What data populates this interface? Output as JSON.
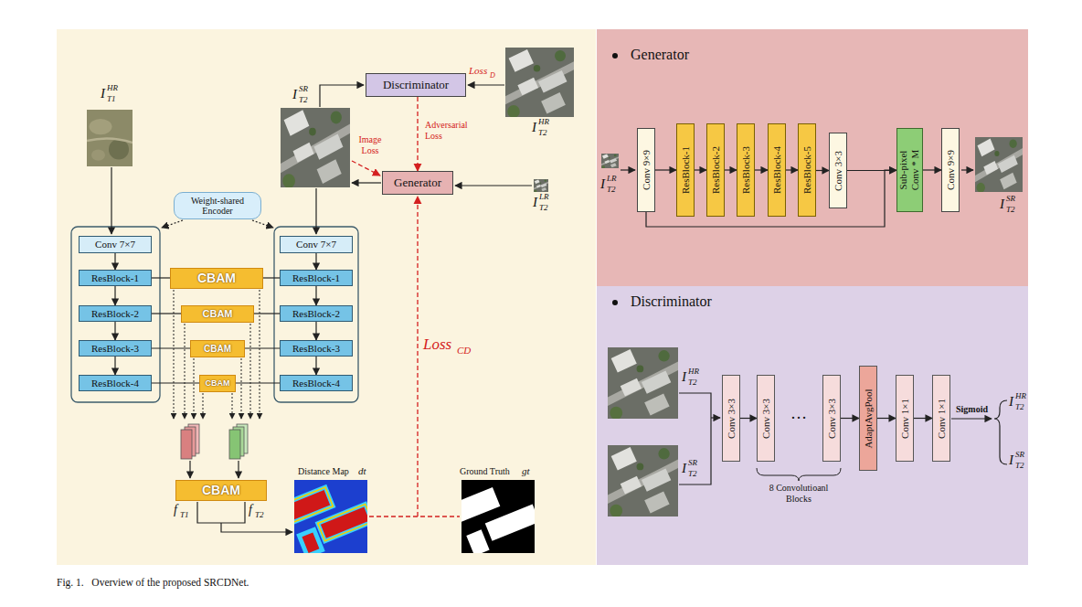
{
  "diagram": {
    "caption": "Fig. 1.   Overview of the proposed SRCDNet.",
    "nodes": [
      {
        "text": [
          "Discriminator"
        ]
      },
      {
        "text": [
          "Generator"
        ]
      },
      {
        "text": [
          "Weight-shared Encoder"
        ]
      },
      {
        "text": [
          "Conv 7×7"
        ]
      },
      {
        "text": [
          "Conv 7×7"
        ]
      },
      {
        "text": [
          "ResBlock-1"
        ]
      },
      {
        "text": [
          "CBAM"
        ]
      },
      {
        "text": [
          "ResBlock-1"
        ]
      },
      {
        "text": [
          "ResBlock-2"
        ]
      },
      {
        "text": [
          "CBAM"
        ]
      },
      {
        "text": [
          "ResBlock-2"
        ]
      },
      {
        "text": [
          "ResBlock-3"
        ]
      },
      {
        "text": [
          "CBAM"
        ]
      },
      {
        "text": [
          "ResBlock-3"
        ]
      },
      {
        "text": [
          "ResBlock-4"
        ]
      },
      {
        "text": [
          "CBAM"
        ]
      },
      {
        "text": [
          "ResBlock-4"
        ]
      },
      {
        "text": [
          "CBAM"
        ]
      },
      {
        "text": [
          "Conv 9×9"
        ]
      },
      {
        "text": [
          "ResBlock-1"
        ]
      },
      {
        "text": [
          "ResBlock-2"
        ]
      },
      {
        "text": [
          "ResBlock-3"
        ]
      },
      {
        "text": [
          "ResBlock-4"
        ]
      },
      {
        "text": [
          "ResBlock-5"
        ]
      },
      {
        "text": [
          "Conv 3×3"
        ]
      },
      {
        "text": [
          "Sub-pixel Conv * M"
        ]
      },
      {
        "text": [
          "Conv 9×9"
        ]
      },
      {
        "text": [
          "Conv 3×3"
        ]
      },
      {
        "text": [
          "Conv 3×3"
        ]
      },
      {
        "text": [
          "Conv 3×3"
        ]
      },
      {
        "text": [
          "AdaptAvgPool"
        ]
      },
      {
        "text": [
          "Conv 1×1"
        ]
      },
      {
        "text": [
          "Conv 1×1"
        ]
      }
    ],
    "edges": [
      {
        "from": 0,
        "to": 1,
        "arrow": "to",
        "label": "Adversarial Loss"
      },
      {
        "from": 3,
        "to": 5,
        "arrow": "to"
      },
      {
        "from": 5,
        "to": 8,
        "arrow": "to"
      },
      {
        "from": 8,
        "to": 11,
        "arrow": "to"
      },
      {
        "from": 11,
        "to": 14,
        "arrow": "to"
      },
      {
        "from": 4,
        "to": 7,
        "arrow": "to"
      },
      {
        "from": 7,
        "to": 10,
        "arrow": "to"
      },
      {
        "from": 10,
        "to": 13,
        "arrow": "to"
      },
      {
        "from": 13,
        "to": 16,
        "arrow": "to"
      },
      {
        "from": 5,
        "to": 6,
        "arrow": "none"
      },
      {
        "from": 6,
        "to": 7,
        "arrow": "none"
      },
      {
        "from": 8,
        "to": 9,
        "arrow": "none"
      },
      {
        "from": 9,
        "to": 10,
        "arrow": "none"
      },
      {
        "from": 11,
        "to": 12,
        "arrow": "none"
      },
      {
        "from": 12,
        "to": 13,
        "arrow": "none"
      },
      {
        "from": 14,
        "to": 15,
        "arrow": "none"
      },
      {
        "from": 15,
        "to": 16,
        "arrow": "none"
      },
      {
        "from": 18,
        "to": 19,
        "arrow": "to"
      },
      {
        "from": 19,
        "to": 20,
        "arrow": "to"
      },
      {
        "from": 20,
        "to": 21,
        "arrow": "to"
      },
      {
        "from": 21,
        "to": 22,
        "arrow": "to"
      },
      {
        "from": 22,
        "to": 23,
        "arrow": "to"
      },
      {
        "from": 23,
        "to": 24,
        "arrow": "to"
      },
      {
        "from": 24,
        "to": 25,
        "arrow": "to"
      },
      {
        "from": 25,
        "to": 26,
        "arrow": "to"
      },
      {
        "from": 18,
        "to": 25,
        "arrow": "to"
      },
      {
        "from": 27,
        "to": 28,
        "arrow": "to"
      },
      {
        "from": 29,
        "to": 30,
        "arrow": "to"
      },
      {
        "from": 30,
        "to": 31,
        "arrow": "to"
      },
      {
        "from": 31,
        "to": 32,
        "arrow": "to"
      }
    ],
    "labels": [
      "I",
      "HR",
      "T1",
      "I",
      "SR",
      "T2",
      "I",
      "HR",
      "T2",
      "Loss",
      "D",
      "Image Loss",
      "I",
      "LR",
      "T2",
      "Loss",
      "CD",
      "f",
      "T1",
      "f",
      "T2",
      "Distance Map",
      "dt",
      "Ground Truth",
      "gt",
      "Generator",
      "I",
      "LR",
      "T2",
      "I",
      "SR",
      "T2",
      "Discriminator",
      "I",
      "HR",
      "T2",
      "I",
      "SR",
      "T2",
      "…",
      "8 Convolutioanl Blocks",
      "Sigmoid",
      "I",
      "HR",
      "T2",
      "I",
      "SR",
      "T2"
    ]
  }
}
